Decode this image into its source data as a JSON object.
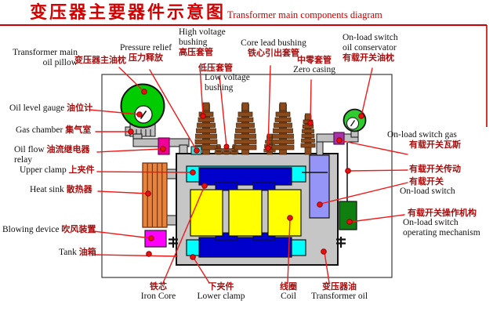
{
  "title": {
    "zh": "变压器主要器件示意图",
    "en": "Transformer main components diagram"
  },
  "colors": {
    "accent_red": "#D40000",
    "line_red": "#F21818",
    "dot_red": "#E81010",
    "tank_gray": "#C6C6C6",
    "pipe_gray": "#C0C0C0",
    "core_blue": "#0000CC",
    "clamp_cyan": "#00FFFF",
    "coil_yellow": "#FFFF00",
    "pillow_green": "#00CC00",
    "conservator_green": "#2ECC2E",
    "heat_sink_orange": "#E8833A",
    "blowing_magenta": "#FF00FF",
    "relay_pink": "#EE0099",
    "gas_relay_purple": "#A832A8",
    "switch_periwinkle": "#9595F8",
    "mechanism_green": "#0F7F0F",
    "bushing_brown": "#8B4A1B",
    "pressure_box_cyan": "#44DDDD"
  },
  "labels": {
    "transformer_main_oil_pillow": {
      "en": "Transformer main\noil pillow",
      "cn": "变压器主油枕"
    },
    "oil_level_gauge": {
      "en": "Oil level gauge",
      "cn": "油位计"
    },
    "gas_chamber": {
      "en": "Gas chamber",
      "cn": "集气室"
    },
    "oil_flow_relay": {
      "en1": "Oil flow",
      "en2": "relay",
      "cn": "油流继电器"
    },
    "upper_clamp": {
      "en": "Upper clamp",
      "cn": "上夹件"
    },
    "heat_sink": {
      "en": "Heat sink",
      "cn": "散热器"
    },
    "blowing_device": {
      "en": "Blowing device",
      "cn": "吹风装置"
    },
    "tank": {
      "en": "Tank",
      "cn": "油箱"
    },
    "pressure_relief": {
      "en": "Pressure relief",
      "cn": "压力释放"
    },
    "high_voltage_bushing": {
      "en": "High voltage\nbushing",
      "cn": "高压套管"
    },
    "low_voltage_bushing": {
      "cn": "低压套管",
      "en": "Low voltage\nbushing"
    },
    "core_lead_bushing": {
      "en": "Core lead bushing",
      "cn": "铁心引出套管"
    },
    "zero_casing": {
      "cn": "中零套管",
      "en": "Zero casing"
    },
    "onload_oil_conservator": {
      "en": "On-load switch\noil conservator",
      "cn": "有载开关油枕"
    },
    "onload_switch_gas": {
      "en": "On-load switch gas",
      "cn": "有载开关瓦斯"
    },
    "onload_switch_transmission": {
      "cn": "有载开关传动"
    },
    "onload_switch": {
      "cn": "有载开关",
      "en": "On-load switch"
    },
    "onload_operating_mechanism": {
      "cn": "有载开关操作机构",
      "en": "On-load switch\noperating mechanism"
    },
    "iron_core": {
      "cn": "铁芯",
      "en": "Iron Core"
    },
    "lower_clamp": {
      "cn": "下夹件",
      "en": "Lower clamp"
    },
    "coil": {
      "cn": "线圈",
      "en": "Coil"
    },
    "transformer_oil": {
      "cn": "变压器油",
      "en": "Transformer oil"
    }
  }
}
